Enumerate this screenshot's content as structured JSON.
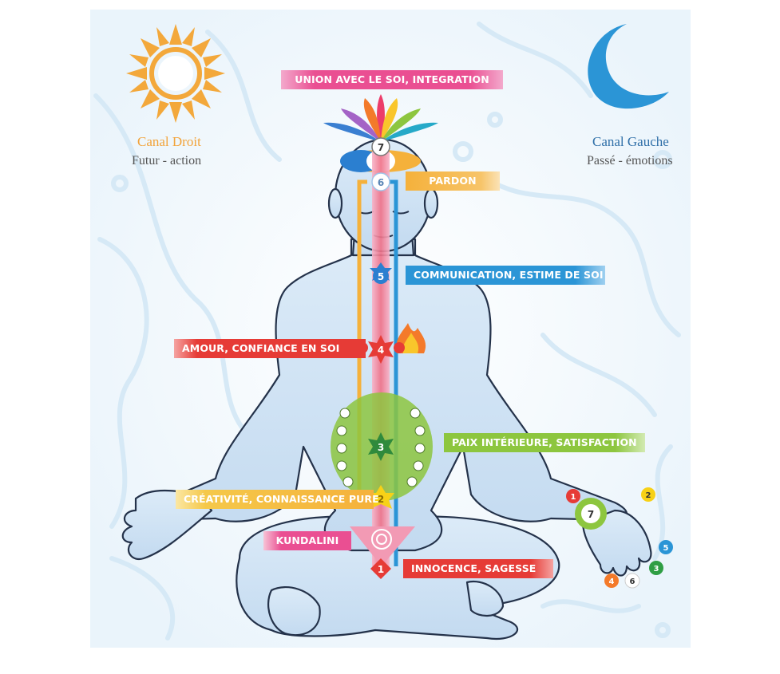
{
  "canal_droit": {
    "title": "Canal Droit",
    "subtitle": "Futur - action",
    "color": "#f2a33a"
  },
  "canal_gauche": {
    "title": "Canal Gauche",
    "subtitle": "Passé - émotions",
    "color": "#2f93cf"
  },
  "labels": {
    "union": "UNION AVEC LE SOI, INTEGRATION",
    "pardon": "PARDON",
    "communication": "COMMUNICATION, ESTIME DE SOI",
    "amour": "AMOUR, CONFIANCE EN SOI",
    "paix": "PAIX INTÉRIEURE, SATISFACTION",
    "creativite": "CRÉATIVITÉ, CONNAISSANCE PURE",
    "kundalini": "KUNDALINI",
    "innocence": "INNOCENCE, SAGESSE"
  },
  "chakras": {
    "c1": "1",
    "c2": "2",
    "c3": "3",
    "c4": "4",
    "c5": "5",
    "c6": "6",
    "c7": "7"
  },
  "hand": {
    "h1": "1",
    "h2": "2",
    "h3": "3",
    "h4": "4",
    "h5": "5",
    "h6": "6",
    "h7": "7"
  },
  "colors": {
    "pink": "#ea4f92",
    "orange": "#f5b13b",
    "blue": "#2b95d6",
    "red": "#e63b36",
    "green": "#8dc63f",
    "yellow": "#f7d117",
    "body": "#cfe3f5"
  }
}
